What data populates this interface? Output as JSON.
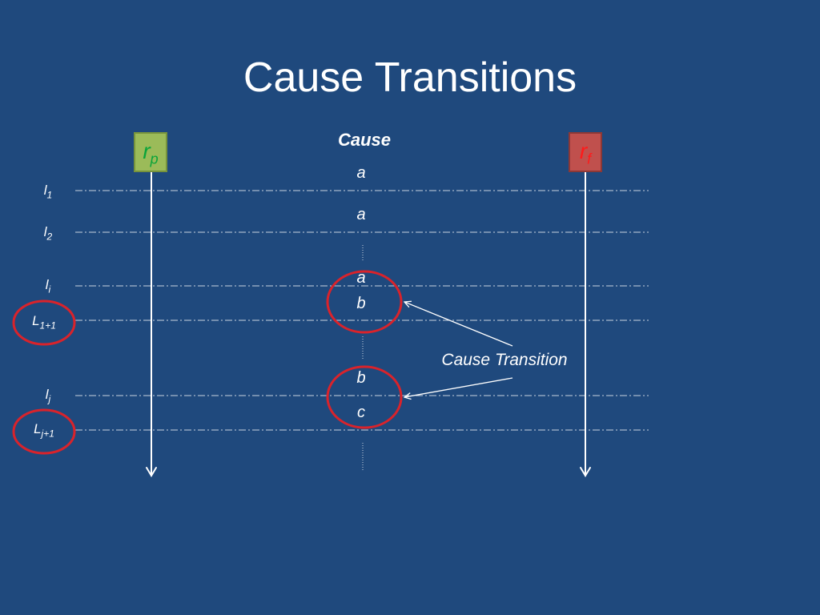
{
  "slide": {
    "title": "Cause Transitions",
    "cause_header": "Cause",
    "nodes": {
      "left": {
        "base": "r",
        "sub": "p"
      },
      "right": {
        "base": "r",
        "sub": "f"
      }
    },
    "levels": [
      {
        "base": "l",
        "sub": "1"
      },
      {
        "base": "l",
        "sub": "2"
      },
      {
        "base": "l",
        "sub": "i"
      },
      {
        "base": "L",
        "sub": "1+1"
      },
      {
        "base": "l",
        "sub": "j"
      },
      {
        "base": "L",
        "sub": "j+1"
      }
    ],
    "cause_values": [
      "a",
      "a",
      "a",
      "b",
      "b",
      "c"
    ],
    "annotation": "Cause Transition",
    "colors": {
      "background": "#1f497d",
      "rp_box": "#9bbb59",
      "rf_box": "#c0504d",
      "highlight_circle": "#d9232b"
    }
  }
}
